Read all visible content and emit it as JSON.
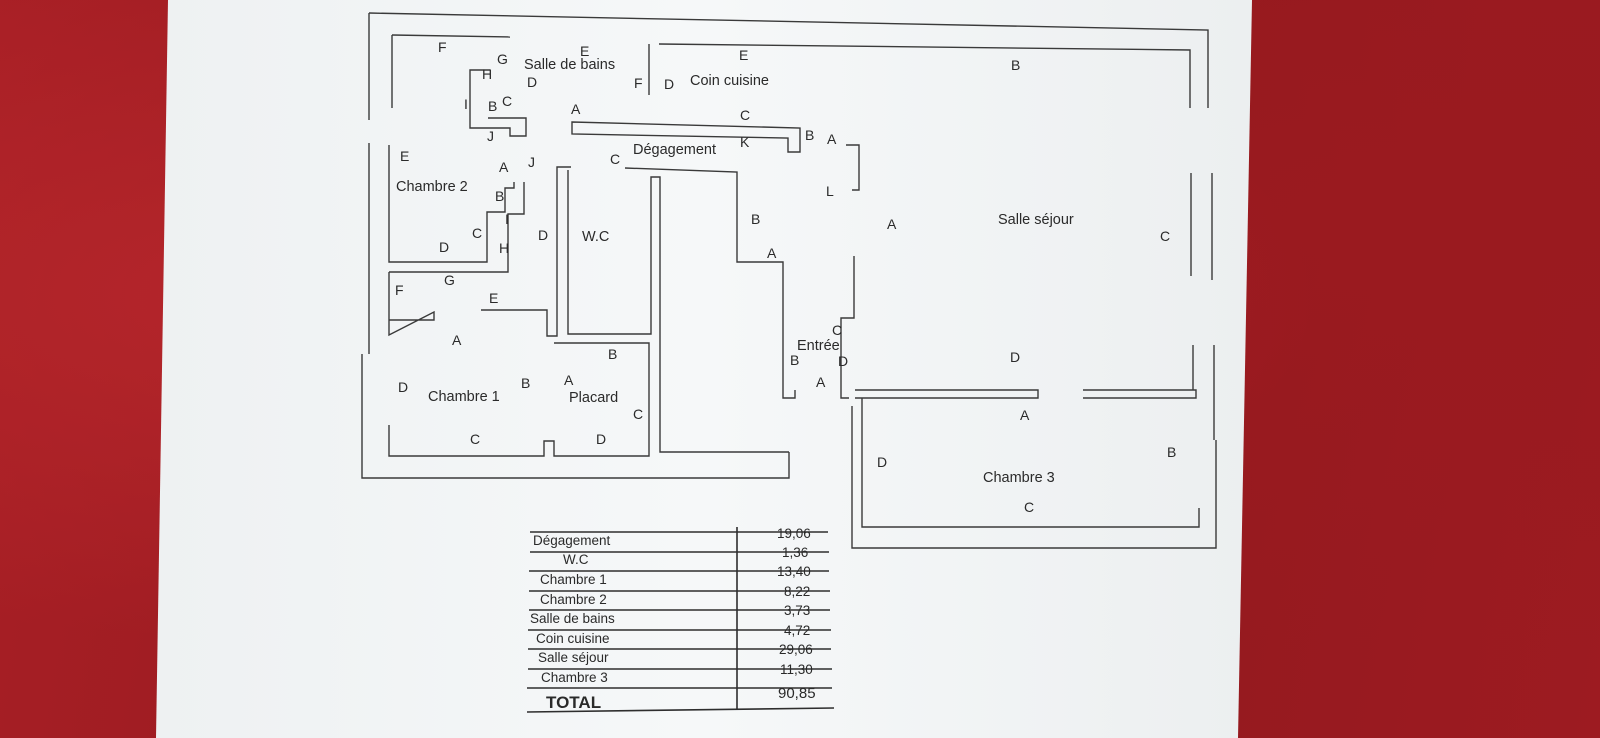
{
  "rooms": {
    "salle_de_bains": "Salle de bains",
    "coin_cuisine": "Coin cuisine",
    "degagement": "Dégagement",
    "chambre_2": "Chambre 2",
    "wc": "W.C",
    "salle_sejour": "Salle séjour",
    "chambre_1": "Chambre 1",
    "placard": "Placard",
    "entree": "Entrée",
    "chambre_3": "Chambre 3"
  },
  "wall_labels": [
    "F",
    "G",
    "E",
    "H",
    "D",
    "F",
    "I",
    "B",
    "C",
    "A",
    "J",
    "E",
    "D",
    "C",
    "B",
    "A",
    "K",
    "B",
    "E",
    "A",
    "J",
    "C",
    "B",
    "I",
    "C",
    "D",
    "H",
    "D",
    "B",
    "A",
    "L",
    "A",
    "C",
    "G",
    "F",
    "E",
    "A",
    "B",
    "D",
    "B",
    "A",
    "C",
    "C",
    "D",
    "C",
    "B",
    "D",
    "A",
    "D",
    "A",
    "D",
    "B",
    "C"
  ],
  "table": {
    "rows": [
      {
        "label": "Dégagement",
        "value": "19,06"
      },
      {
        "label": "W.C",
        "value": "1,36"
      },
      {
        "label": "Chambre 1",
        "value": "13,40"
      },
      {
        "label": "Chambre 2",
        "value": "8,22"
      },
      {
        "label": "Salle de bains",
        "value": "3,73"
      },
      {
        "label": "Coin cuisine",
        "value": "4,72"
      },
      {
        "label": "Salle séjour",
        "value": "29,06"
      },
      {
        "label": "Chambre 3",
        "value": "11,30"
      }
    ],
    "total_label": "TOTAL",
    "total_value": "90,85"
  },
  "colors": {
    "background": "#a11d22",
    "paper": "#f3f5f6",
    "ink": "#2a2a2a"
  }
}
